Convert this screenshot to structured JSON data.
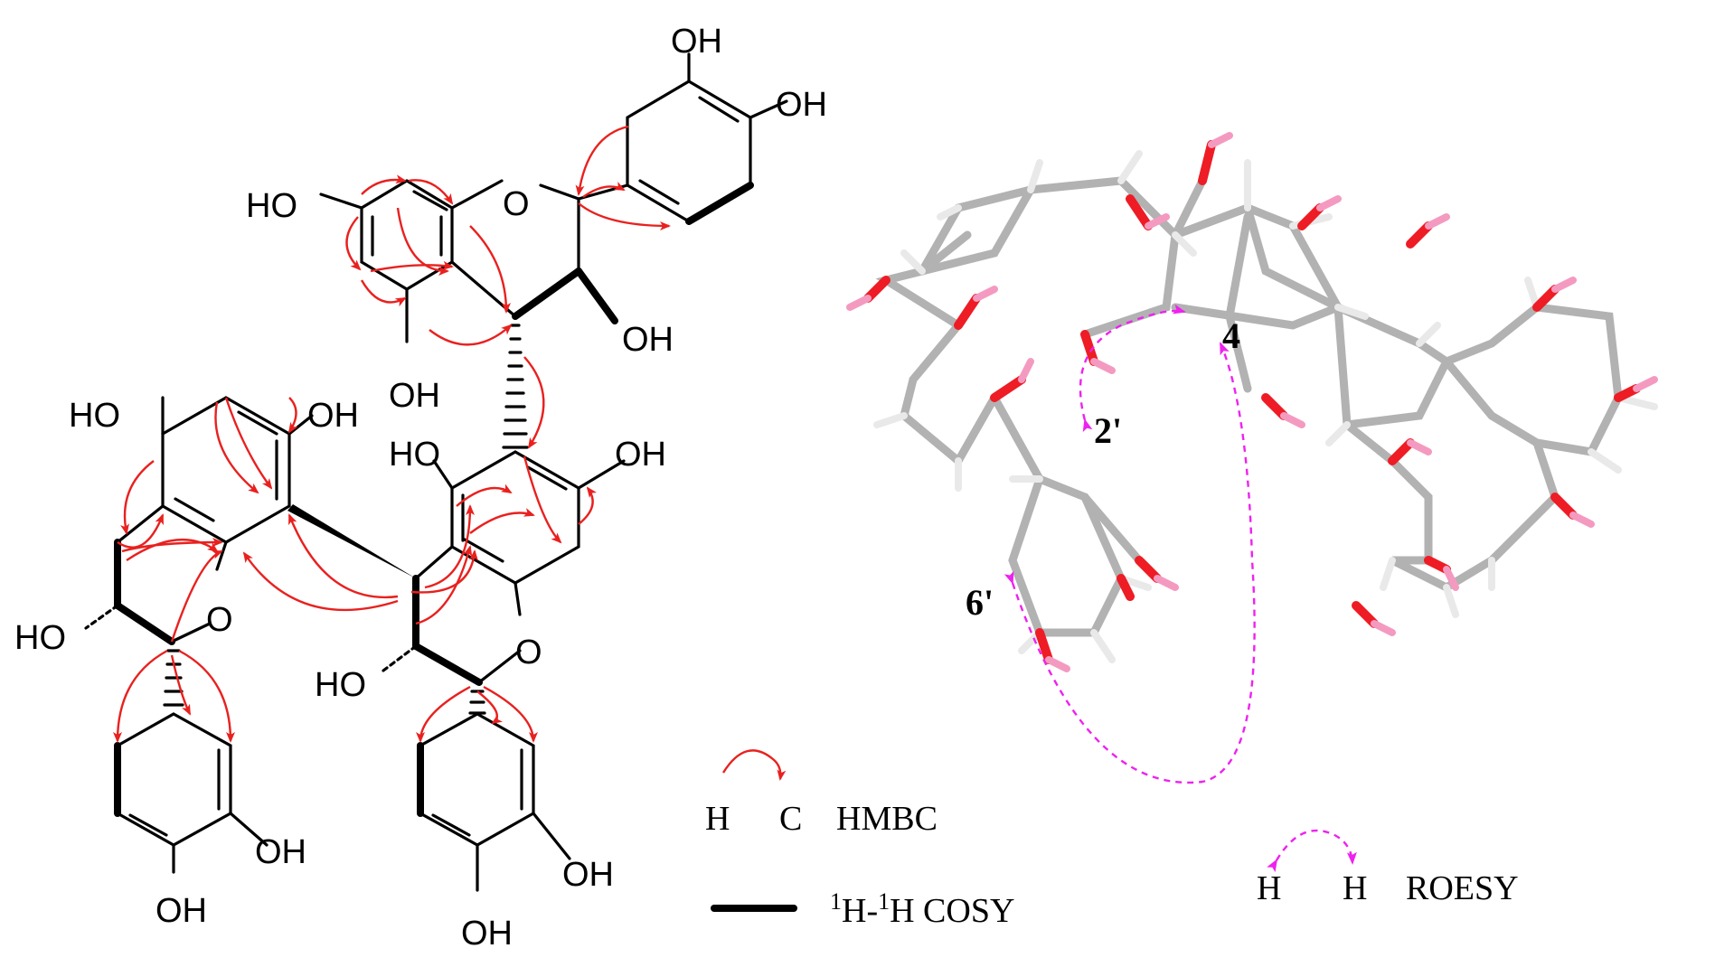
{
  "structure_labels": {
    "oh_a": "OH",
    "oh_b": "OH",
    "ho_c": "HO",
    "o_ring1": "O",
    "oh_d": "OH",
    "oh_e": "OH",
    "ho_f": "HO",
    "oh_g": "OH",
    "ho_h": "HO",
    "oh_i": "OH",
    "o_ring2": "O",
    "ho_j": "HO",
    "o_ring3": "O",
    "ho_k": "HO",
    "oh_l": "OH",
    "oh_m": "OH",
    "oh_n": "OH",
    "oh_o": "OH"
  },
  "conformer_labels": {
    "h4": "4",
    "h2p": "2'",
    "h6p": "6'"
  },
  "legend": {
    "hmbc": {
      "h": "H",
      "c": "C",
      "name": "HMBC"
    },
    "cosy": {
      "sup1": "1",
      "h1": "H-",
      "sup2": "1",
      "h2": "H COSY"
    },
    "roesy": {
      "h1": "H",
      "h2": "H",
      "name": "ROESY"
    }
  },
  "colors": {
    "hmbc": "#e8211f",
    "roesy": "#ee22ee",
    "oxygen": "#ee1c24",
    "hydroxyl_h": "#f49ac1",
    "carbon": "#b2b2b2"
  }
}
